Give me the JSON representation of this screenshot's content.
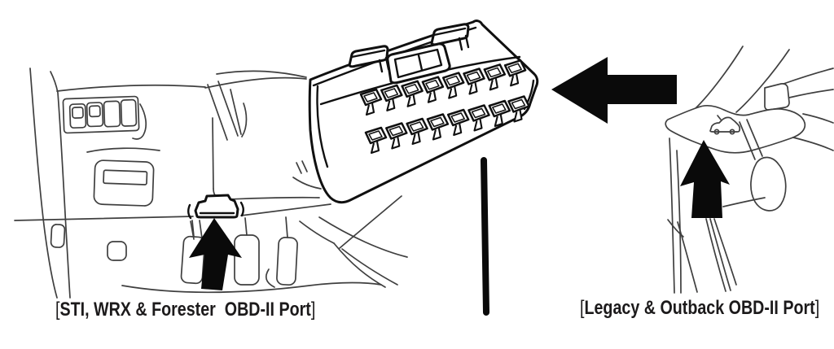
{
  "figure": {
    "kind": "obd-port-location-diagram",
    "captions": {
      "left": {
        "open": "[",
        "label": "STI, WRX & Forester  OBD-II Port",
        "close": "]"
      },
      "right": {
        "open": "[",
        "label": "Legacy & Outback OBD-II Port",
        "close": "]"
      }
    },
    "icons": {
      "connector": "obd2-connector-16pin",
      "big_arrow": "left-arrow",
      "left_pointer": "up-arrow",
      "right_pointer": "up-arrow",
      "release_symbol": "hood-release-car"
    },
    "colors": {
      "line": "#3f3f3f",
      "bold": "#101010",
      "arrow": "#0a0a0a",
      "background": "#ffffff",
      "text": "#1c1a1b"
    }
  }
}
